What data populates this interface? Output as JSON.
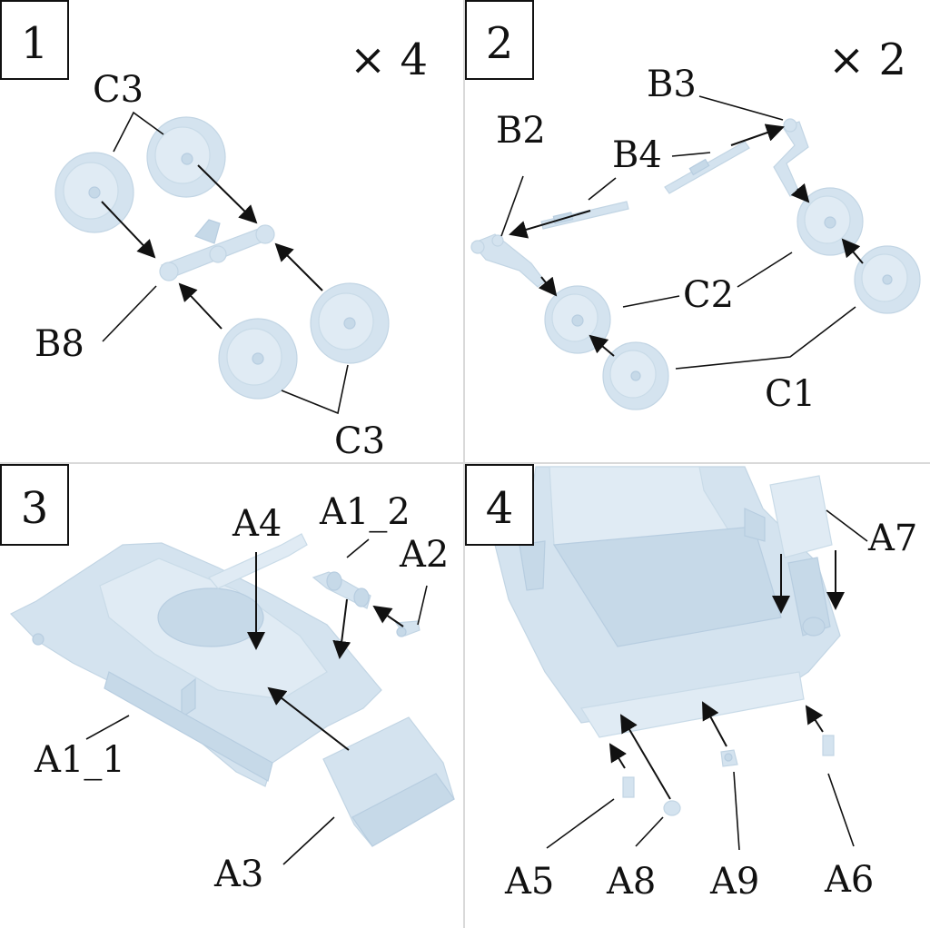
{
  "steps": [
    {
      "number": "1",
      "multiplier": "× 4",
      "labels": {
        "c3_top": "C3",
        "b8": "B8",
        "c3_bottom": "C3"
      }
    },
    {
      "number": "2",
      "multiplier": "× 2",
      "labels": {
        "b3": "B3",
        "b2": "B2",
        "b4": "B4",
        "c2": "C2",
        "c1": "C1"
      }
    },
    {
      "number": "3",
      "labels": {
        "a4": "A4",
        "a1_2": "A1_2",
        "a2": "A2",
        "a1_1": "A1_1",
        "a3": "A3"
      }
    },
    {
      "number": "4",
      "labels": {
        "a7": "A7",
        "a5": "A5",
        "a8": "A8",
        "a9": "A9",
        "a6": "A6"
      }
    }
  ],
  "colors": {
    "part": "#d4e3ef",
    "line": "#111111",
    "divider": "#d9d9d9"
  }
}
